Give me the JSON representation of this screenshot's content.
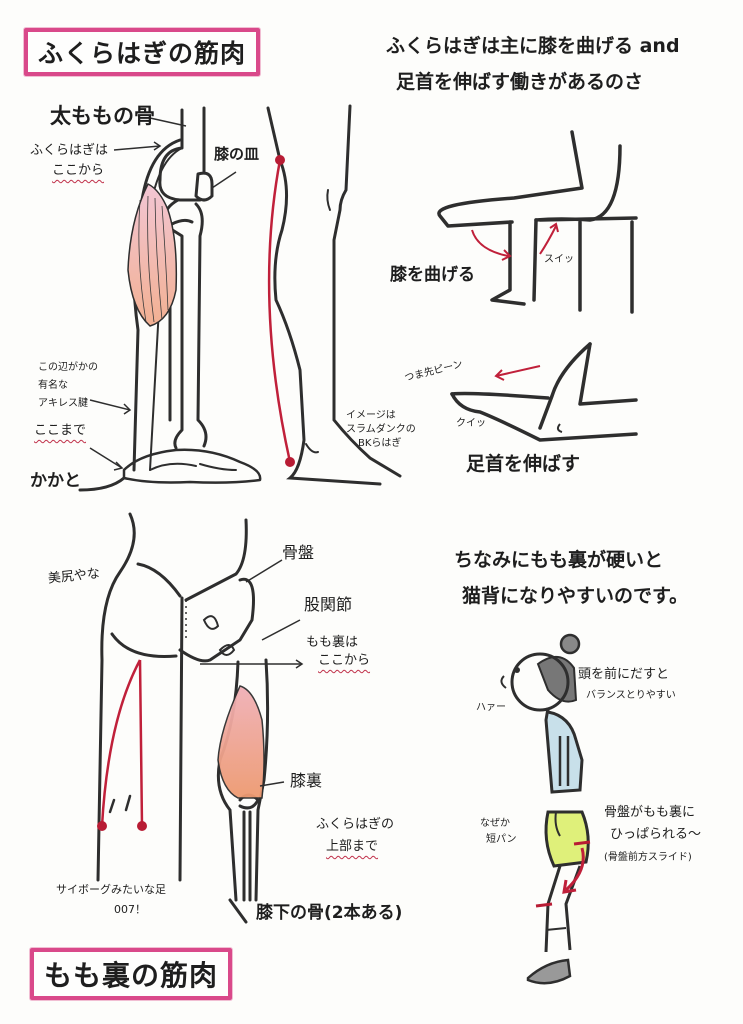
{
  "calf_section": {
    "title": "ふくらはぎの筋肉",
    "description_line1": "ふくらはぎは主に膝を曲げる and",
    "description_line2": "足首を伸ばす働きがあるのさ",
    "labels": {
      "thigh_bone": "太ももの骨",
      "calf_origin_line1": "ふくらはぎは",
      "calf_origin_line2": "ここから",
      "kneecap": "膝の皿",
      "achilles_line1": "この辺がかの",
      "achilles_line2": "有名な",
      "achilles_line3": "アキレス腱",
      "until_here": "ここまで",
      "heel": "かかと",
      "image_note_line1": "イメージは",
      "image_note_line2": "スラムダンクの",
      "image_note_line3": "BKらはぎ"
    },
    "knee_bend": {
      "caption": "膝を曲げる",
      "sfx": "スイッ"
    },
    "ankle_extend": {
      "caption": "足首を伸ばす",
      "toe_point": "つま先ピーン",
      "sfx": "クイッ"
    }
  },
  "hamstring_section": {
    "title": "もも裏の筋肉",
    "labels": {
      "nice_butt": "美尻やな",
      "pelvis": "骨盤",
      "hip_joint": "股関節",
      "hamstring_origin_line1": "もも裏は",
      "hamstring_origin_line2": "ここから",
      "back_of_knee": "膝裏",
      "calf_upper_line1": "ふくらはぎの",
      "calf_upper_line2": "上部まで",
      "shin_bones": "膝下の骨(2本ある)",
      "cyborg_line1": "サイボーグみたいな足",
      "cyborg_line2": "007！"
    }
  },
  "posture_section": {
    "note_line1": "ちなみにもも裏が硬いと",
    "note_line2": "猫背になりやすいのです。",
    "labels": {
      "sigh": "ハァー",
      "head_forward_line1": "頭を前にだすと",
      "head_forward_line2": "バランスとりやすい",
      "shorts_line1": "なぜか",
      "shorts_line2": "短パン",
      "pelvis_pull_line1": "骨盤がもも裏に",
      "pelvis_pull_line2": "ひっぱられる〜",
      "pelvis_pull_line3": "(骨盤前方スライド)"
    }
  },
  "colors": {
    "title_border": "#d9498a",
    "accent_red": "#c0203a",
    "muscle_fill": "#f0b8a8",
    "shirt_fill": "#c8e0ea",
    "shorts_fill": "#dff07a",
    "ink": "#2a2a2a"
  }
}
